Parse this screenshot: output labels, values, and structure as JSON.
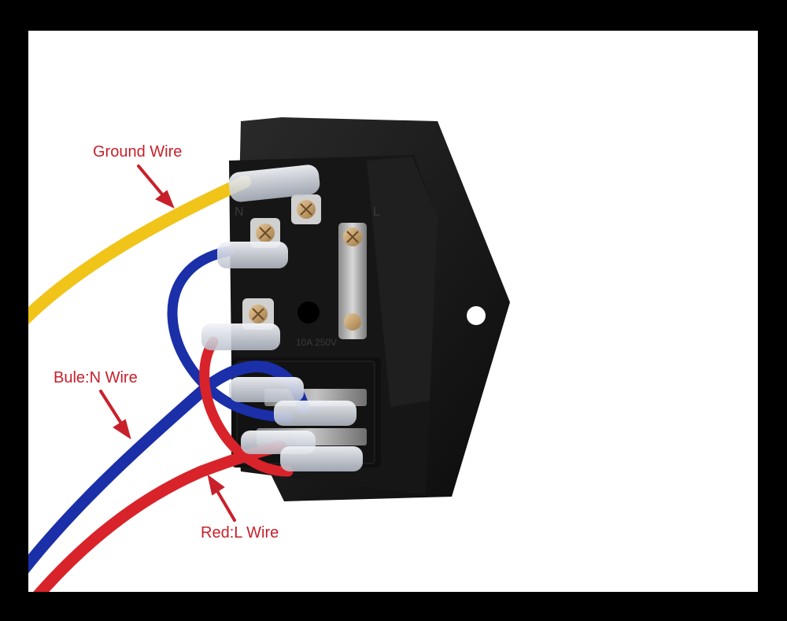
{
  "labels": {
    "ground": "Ground Wire",
    "blue": "Bule:N Wire",
    "red": "Red:L Wire"
  },
  "socket_markings": {
    "n": "N",
    "l": "L",
    "rating": "10A 250V"
  },
  "colors": {
    "background_border": "#000000",
    "photo_background": "#ffffff",
    "label_text": "#c8202a",
    "arrow": "#c8202a",
    "ground_wire": "#f0c419",
    "neutral_wire": "#1a2fa8",
    "live_wire": "#d8232a",
    "socket_body": "#141414",
    "terminal_brass": "#c8a068"
  }
}
